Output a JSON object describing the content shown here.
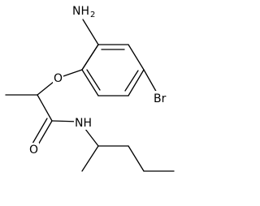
{
  "molecule": {
    "labels": {
      "amine_n": "NH",
      "amine_h_count": "2",
      "ether_o": "O",
      "bromine": "Br",
      "amide_nh": "NH",
      "carbonyl_o": "O"
    },
    "colors": {
      "bond": "#000000",
      "text": "#000000",
      "background": "#ffffff"
    }
  }
}
